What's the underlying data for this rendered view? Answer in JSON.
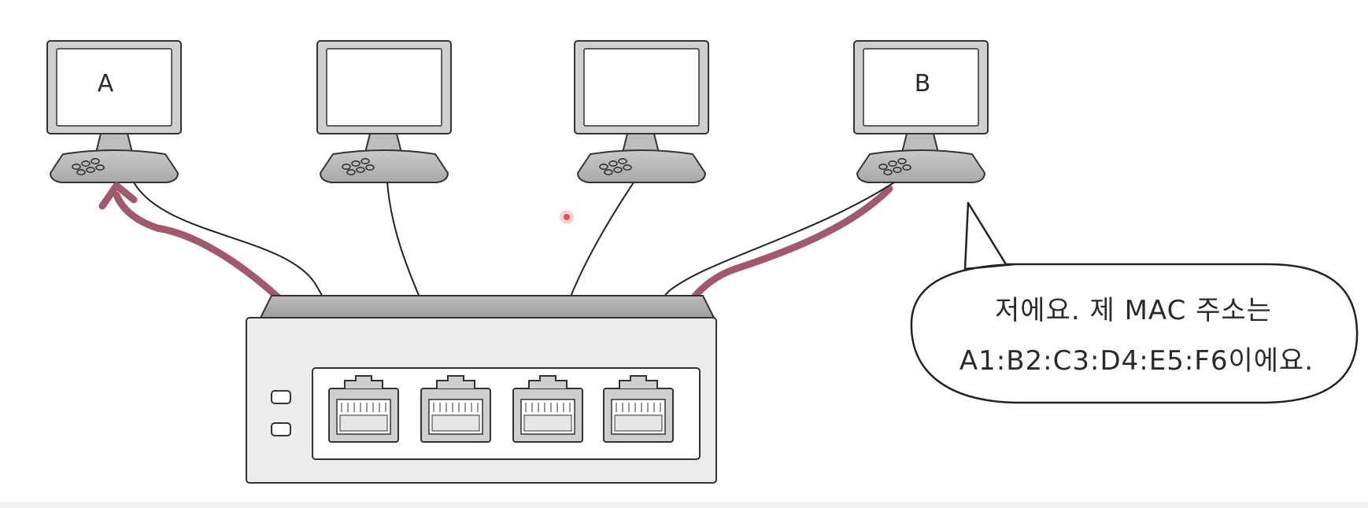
{
  "computers": [
    {
      "label": "A"
    },
    {
      "label": ""
    },
    {
      "label": ""
    },
    {
      "label": "B"
    }
  ],
  "speech_bubble": {
    "line1": "저에요. 제 MAC 주소는",
    "line2": "A1:B2:C3:D4:E5:F6이에요."
  },
  "switch": {
    "port_count": 4,
    "led_count": 2
  },
  "colors": {
    "arrow": "#a05a6c",
    "stroke": "#333333",
    "device_fill": "#d8d8d8",
    "screen_fill": "#ffffff",
    "pointer_dot": "#e05050"
  }
}
